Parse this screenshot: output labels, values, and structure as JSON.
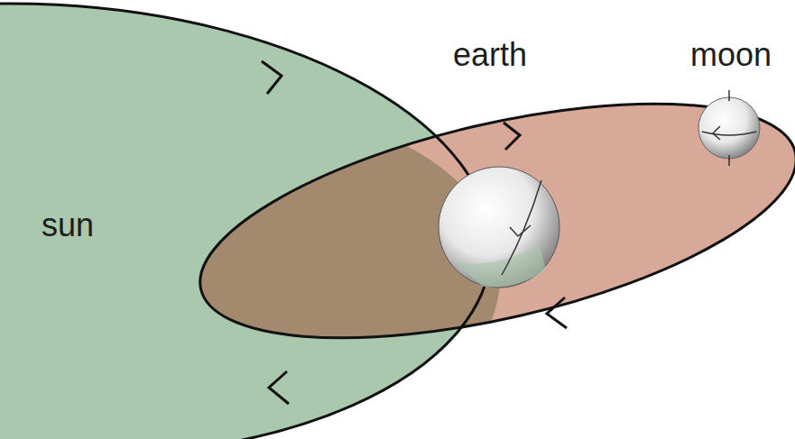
{
  "diagram": {
    "labels": [
      "earth",
      "moon",
      "sun"
    ]
  }
}
